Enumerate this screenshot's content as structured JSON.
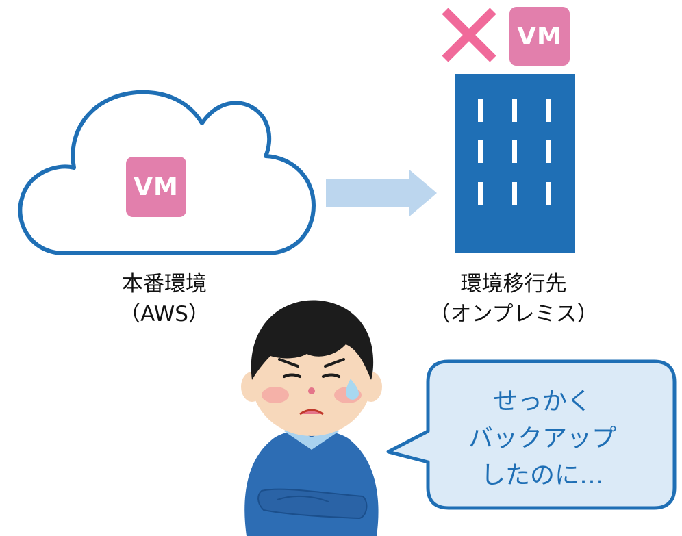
{
  "cloud": {
    "vm_label": "VM",
    "caption_line1": "本番環境",
    "caption_line2": "（AWS）"
  },
  "building": {
    "vm_label": "VM",
    "caption_line1": "環境移行先",
    "caption_line2": "（オンプレミス）"
  },
  "bubble": {
    "line1": "せっかく",
    "line2": "バックアップ",
    "line3": "したのに…"
  },
  "colors": {
    "cloud_outline": "#1f6fb5",
    "building": "#1f6fb5",
    "vm_badge": "#e27fac",
    "x_mark": "#f06a9a",
    "arrow": "#bcd6ee",
    "bubble_fill": "#dbeaf7",
    "bubble_outline": "#1f6fb5",
    "bubble_text": "#1f6fb5"
  },
  "icons": [
    "cloud-icon",
    "building-icon",
    "x-mark-icon",
    "arrow-right-icon",
    "person-illustration",
    "speech-bubble"
  ]
}
